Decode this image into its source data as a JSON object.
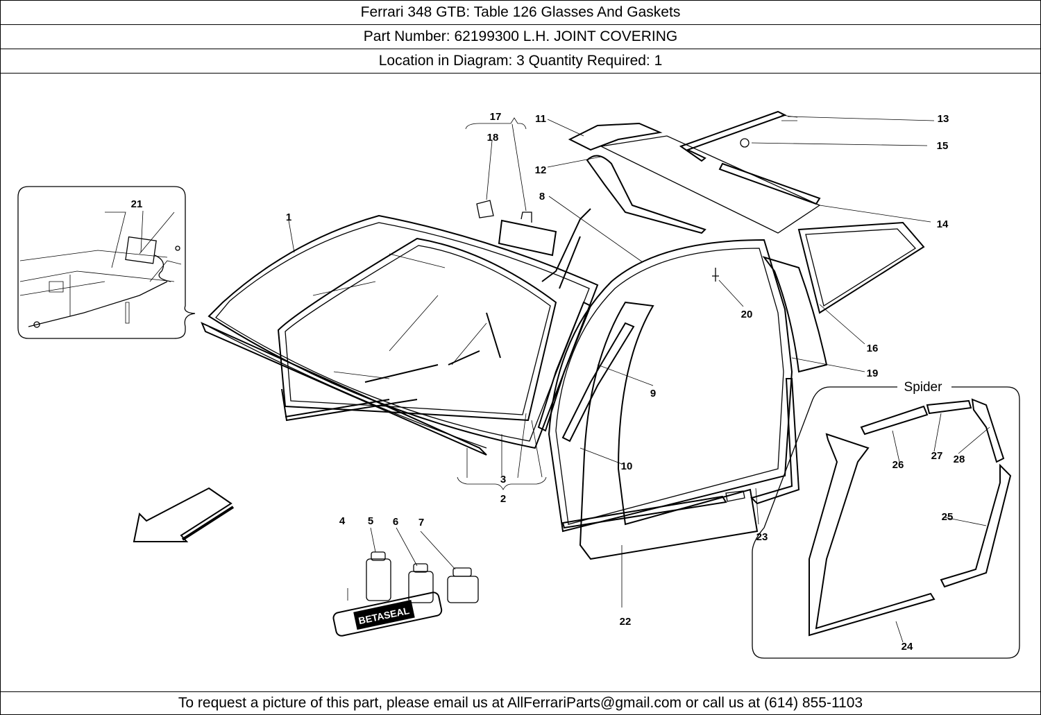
{
  "header": {
    "title": "Ferrari 348 GTB:   Table 126 Glasses And Gaskets",
    "part_number": "Part Number: 62199300   L.H. JOINT COVERING",
    "location": "Location in Diagram: 3   Quantity Required: 1"
  },
  "diagram": {
    "labels": [
      "1",
      "2",
      "3",
      "4",
      "5",
      "6",
      "7",
      "8",
      "9",
      "10",
      "11",
      "12",
      "13",
      "14",
      "15",
      "16",
      "17",
      "18",
      "19",
      "20",
      "21",
      "22",
      "23",
      "24",
      "25",
      "26",
      "27",
      "28"
    ],
    "inset_title": "Spider",
    "tube_text": "BETASEAL"
  },
  "footer": {
    "text": "To request a picture of this part, please email us at AllFerrariParts@gmail.com or call us at (614) 855-1103"
  }
}
